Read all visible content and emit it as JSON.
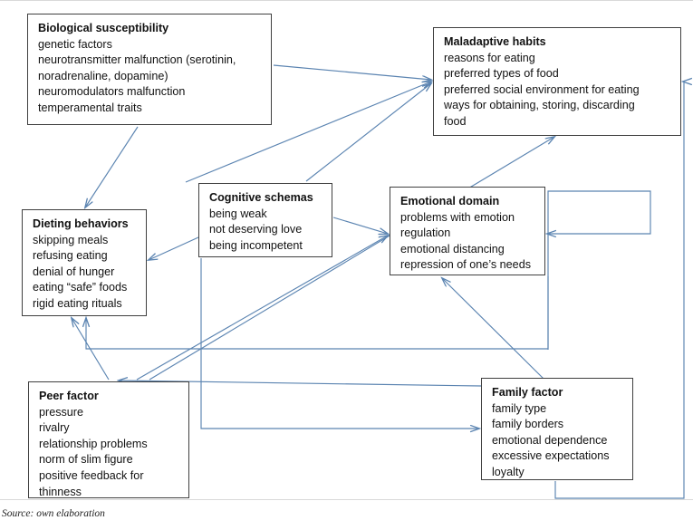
{
  "figure": {
    "source_note": "Source: own elaboration",
    "arrow_color": "#5b84b1",
    "box_border_color": "#3f3f3f",
    "background": "#ffffff"
  },
  "nodes": {
    "biological_susceptibility": {
      "title": "Biological susceptibility",
      "items": [
        "genetic factors",
        "neurotransmitter malfunction (serotinin,",
        "noradrenaline, dopamine)",
        "neuromodulators malfunction",
        "temperamental traits"
      ]
    },
    "maladaptive_habits": {
      "title": "Maladaptive habits",
      "items": [
        "reasons for eating",
        "preferred types of food",
        "preferred social environment for eating",
        "ways for obtaining, storing, discarding",
        "food"
      ]
    },
    "dieting_behaviors": {
      "title": "Dieting behaviors",
      "items": [
        "skipping meals",
        "refusing eating",
        "denial of hunger",
        "eating “safe” foods",
        "rigid eating rituals"
      ]
    },
    "cognitive_schemas": {
      "title": "Cognitive schemas",
      "items": [
        "being weak",
        "not deserving love",
        "being incompetent"
      ]
    },
    "emotional_domain": {
      "title": "Emotional domain",
      "items": [
        "problems with emotion",
        "regulation",
        "emotional distancing",
        "repression of one’s needs"
      ]
    },
    "peer_factor": {
      "title": "Peer factor",
      "items": [
        "pressure",
        "rivalry",
        "relationship problems",
        "norm of slim figure",
        "positive feedback for",
        "thinness"
      ]
    },
    "family_factor": {
      "title": "Family factor",
      "items": [
        "family type",
        "family borders",
        "emotional dependence",
        "excessive expectations",
        "loyalty"
      ]
    }
  },
  "edges": [
    {
      "from": "biological_susceptibility",
      "to": "maladaptive_habits"
    },
    {
      "from": "biological_susceptibility",
      "to": "dieting_behaviors"
    },
    {
      "from": "dieting_behaviors",
      "to": "maladaptive_habits"
    },
    {
      "from": "cognitive_schemas",
      "to": "maladaptive_habits"
    },
    {
      "from": "cognitive_schemas",
      "to": "dieting_behaviors"
    },
    {
      "from": "cognitive_schemas",
      "to": "emotional_domain"
    },
    {
      "from": "cognitive_schemas",
      "to": "family_factor"
    },
    {
      "from": "emotional_domain",
      "to": "dieting_behaviors"
    },
    {
      "from": "peer_factor",
      "to": "dieting_behaviors"
    },
    {
      "from": "peer_factor",
      "to": "emotional_domain"
    },
    {
      "from": "peer_factor",
      "to": "maladaptive_habits"
    },
    {
      "from": "family_factor",
      "to": "peer_factor"
    },
    {
      "from": "family_factor",
      "to": "emotional_domain"
    },
    {
      "from": "family_factor",
      "to": "maladaptive_habits"
    },
    {
      "from": "emotional_domain",
      "to": "peer_factor"
    }
  ]
}
